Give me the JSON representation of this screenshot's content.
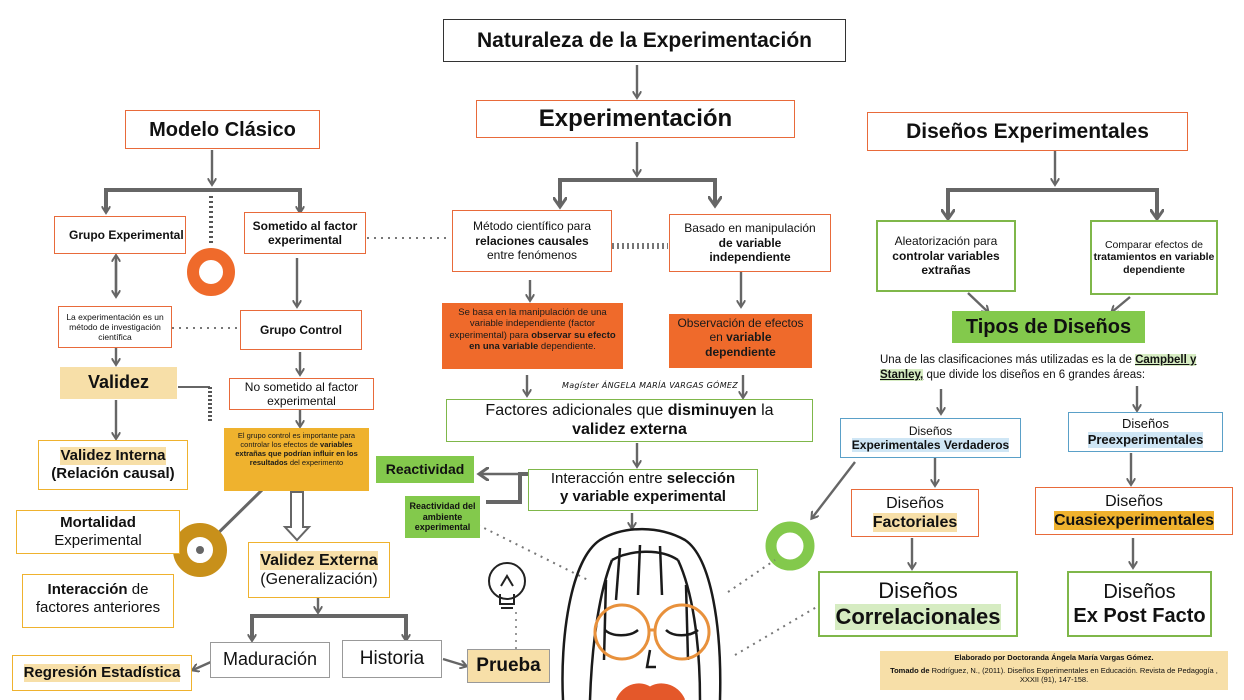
{
  "title": "Naturaleza de la Experimentación",
  "center": {
    "heading": "Experimentación",
    "causal_a": "Método científico para",
    "causal_b": "relaciones causales",
    "causal_c": "entre fenómenos",
    "manip_a": "Basado en manipulación",
    "manip_b": "de variable",
    "manip_c": "independiente",
    "orange_left_a": "Se basa en la manipulación de una variable independiente (factor experimental) para",
    "orange_left_b": "observar su efecto en una variable",
    "orange_left_c": "dependiente.",
    "orange_right_a": "Observación de efectos en",
    "orange_right_b": "variable dependiente",
    "signature": "Magíster ÁNGELA MARÍA VARGAS GÓMEZ",
    "factors_a": "Factores adicionales que",
    "factors_b": "disminuyen",
    "factors_c": "la",
    "factors_d": "validez externa",
    "interaction_a": "Interacción entre",
    "interaction_b": "selección",
    "interaction_c": "y variable experimental",
    "reactividad": "Reactividad",
    "reactividad_amb": "Reactividad del ambiente experimental",
    "prueba": "Prueba"
  },
  "left": {
    "heading": "Modelo Clásico",
    "grupo_exp": "Grupo Experimental",
    "sometido": "Sometido al factor experimental",
    "metodo_note": "La experimentación es un método de investigación científica",
    "grupo_control": "Grupo Control",
    "validez": "Validez",
    "no_sometido": "No sometido al factor experimental",
    "control_note_a": "El grupo control es importante para controlar los efectos de",
    "control_note_b": "variables extrañas que podrían influir en los resultados",
    "control_note_c": "del experimento",
    "validez_interna": "Validez Interna",
    "relacion_causal": "(Relación causal)",
    "mortalidad_a": "Mortalidad",
    "mortalidad_b": "Experimental",
    "validez_externa": "Validez Externa",
    "generalizacion": "(Generalización)",
    "interaccion_a": "Interacción",
    "interaccion_b": "de",
    "interaccion_c": "factores anteriores",
    "maduracion": "Maduración",
    "historia": "Historia",
    "regresion": "Regresión Estadística"
  },
  "right": {
    "heading": "Diseños Experimentales",
    "aleatorizacion_a": "Aleatorización para",
    "aleatorizacion_b": "controlar variables extrañas",
    "comparar_a": "Comparar efectos de",
    "comparar_b": "tratamientos en variable dependiente",
    "tipos": "Tipos de Diseños",
    "clasif_a": "Una de las clasificaciones más utilizadas es la de",
    "clasif_b": "Campbell y Stanley,",
    "clasif_c": "que divide los diseños en 6 grandes áreas:",
    "disenos": "Diseños",
    "verdaderos": "Experimentales Verdaderos",
    "preexp": "Preexperimentales",
    "factoriales": "Factoriales",
    "cuasi": "Cuasiexperimentales",
    "correlacionales": "Correlacionales",
    "expost": "Ex Post Facto"
  },
  "credits": {
    "elaborado": "Elaborado por Doctoranda Ángela María Vargas Gómez.",
    "tomado_label": "Tomado de",
    "tomado_text": "Rodríguez, N., (2011). Diseños Experimentales en Educación. Revista de Pedagogía , XXXII (91), 147-158."
  },
  "colors": {
    "orange": "#ef6a2b",
    "yellow": "#efb22e",
    "green": "#83c94c",
    "gold": "#c8901a"
  }
}
